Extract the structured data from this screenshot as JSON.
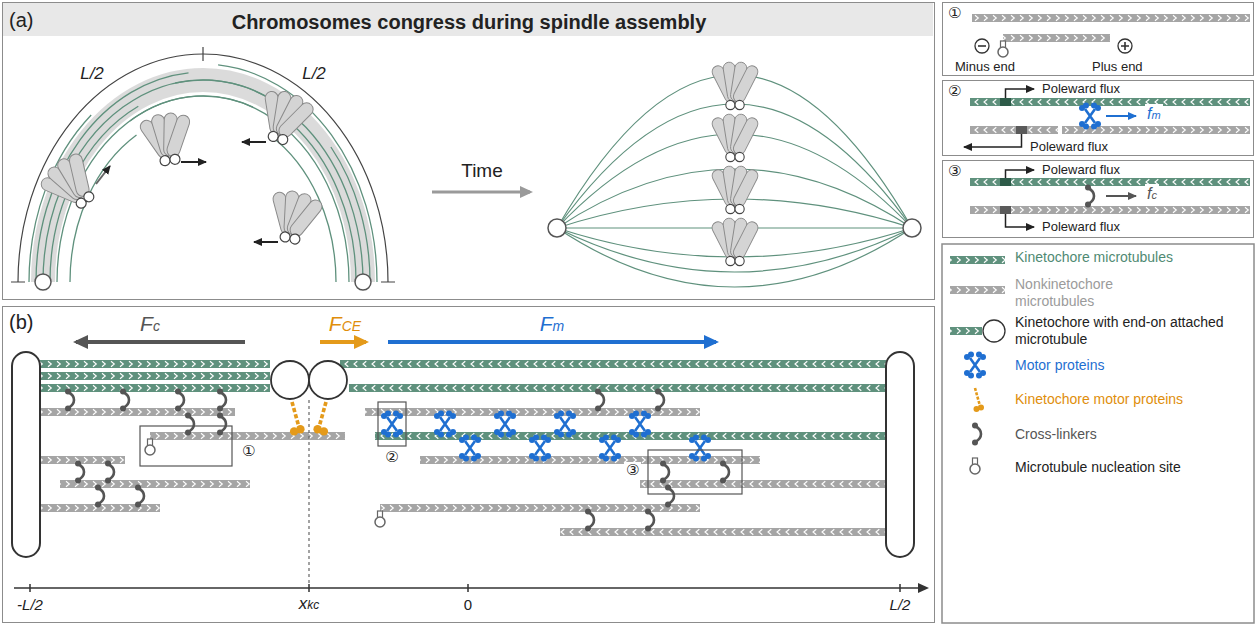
{
  "diagram": {
    "nodes": [
      {
        "text": [
          "(a)",
          "Chromosomes congress during spindle assembly"
        ]
      },
      {
        "text": [
          "①"
        ]
      },
      {
        "text": [
          "②"
        ]
      },
      {
        "text": [
          "③"
        ]
      },
      {
        "text": [
          "(b)"
        ]
      }
    ],
    "labels": [
      "L/2",
      "L/2",
      "Time",
      "Minus end",
      "Plus end",
      "Poleward flux",
      "Poleward flux",
      "fm",
      "Poleward flux",
      "Poleward flux",
      "fc",
      "Fc",
      "FCE",
      "Fm",
      "①",
      "②",
      "③",
      "xkc",
      "-L/2",
      "0",
      "L/2"
    ],
    "legend": [
      {
        "text": "Kinetochore microtubules"
      },
      {
        "text": "Nonkinetochore microtubules"
      },
      {
        "text": "Kinetochore with end-on attached microtubule"
      },
      {
        "text": "Motor proteins"
      },
      {
        "text": "Kinetochore motor proteins"
      },
      {
        "text": "Cross-linkers"
      },
      {
        "text": "Microtubule nucleation site"
      }
    ]
  }
}
